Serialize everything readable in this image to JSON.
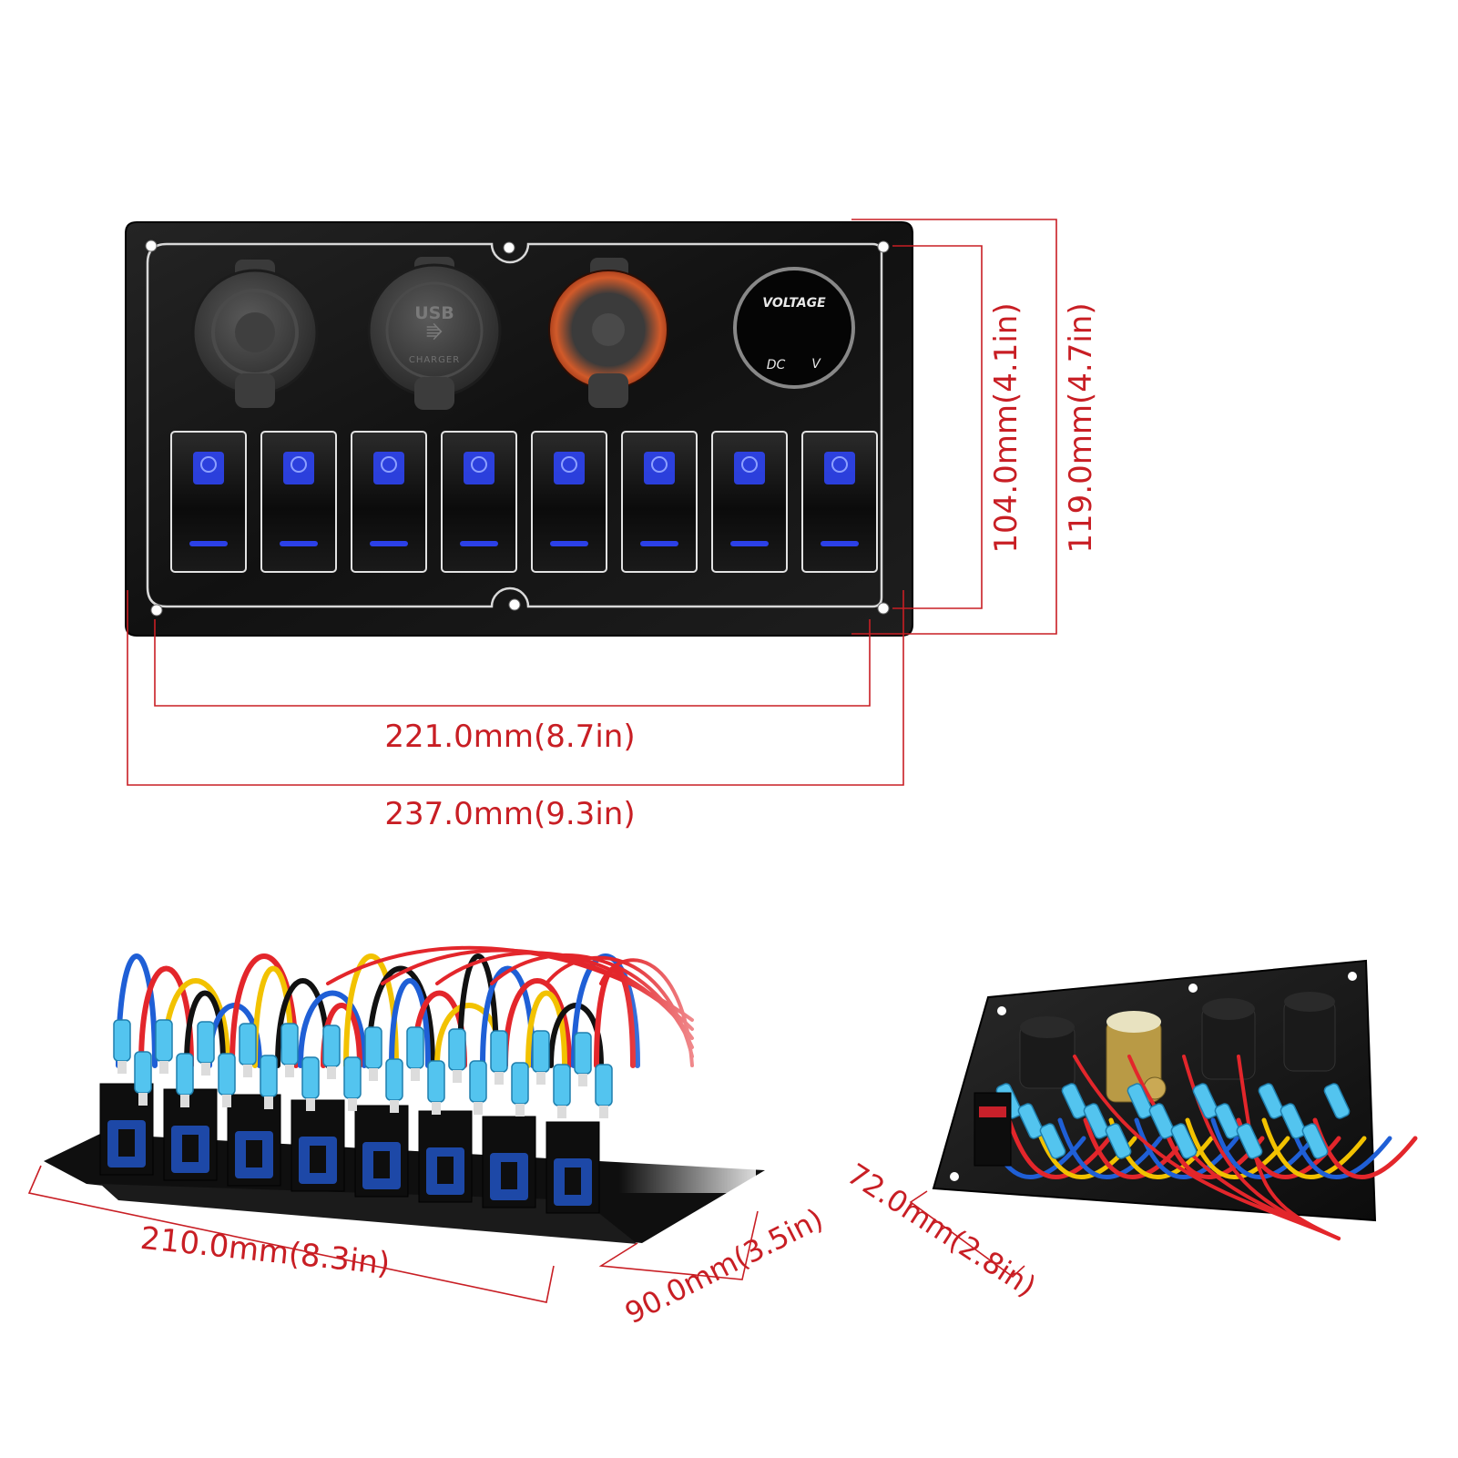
{
  "panel": {
    "usb_label": "USB",
    "charger_label": "CHARGER",
    "voltmeter": {
      "title": "VOLTAGE",
      "dc_label": "DC",
      "unit_label": "V"
    },
    "rocker_switch_count": 8
  },
  "dimensions": {
    "inner_width": "221.0mm(8.7in)",
    "outer_width": "237.0mm(9.3in)",
    "inner_height": "104.0mm(4.1in)",
    "outer_height": "119.0mm(4.7in)",
    "depth_length": "210.0mm(8.3in)",
    "depth": "90.0mm(3.5in)",
    "side_depth": "72.0mm(2.8in)"
  },
  "colors": {
    "dimension_line": "#c81e24",
    "panel": "#161616",
    "switch_led": "#2f46ff",
    "wire_blue": "#1f5fd6",
    "wire_red": "#e3262b",
    "wire_yellow": "#f2c200",
    "connector": "#53c4ef"
  }
}
